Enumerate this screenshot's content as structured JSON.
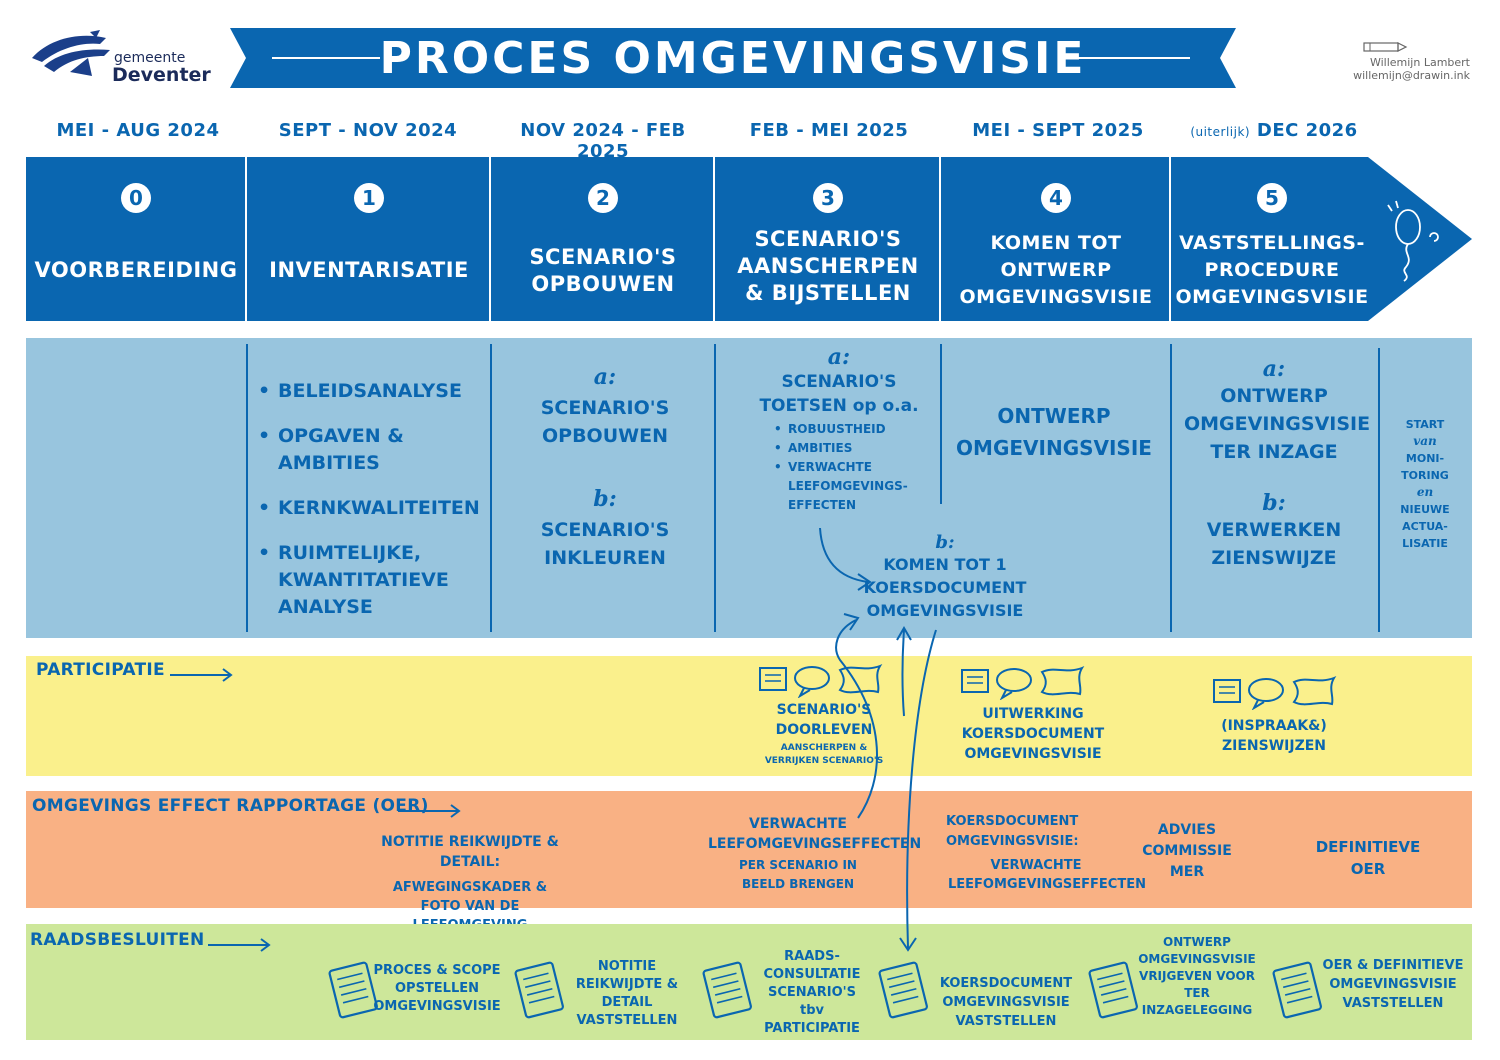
{
  "header": {
    "logo_line1": "gemeente",
    "logo_line2": "Deventer",
    "title": "PROCES OMGEVINGSVISIE",
    "author_name": "Willemijn Lambert",
    "author_contact": "willemijn@drawin.ink"
  },
  "colors": {
    "primary_blue": "#0a66b0",
    "activities_bg": "#98c5de",
    "participation_bg": "#faf08c",
    "oer_bg": "#f9b184",
    "raad_bg": "#cde79a"
  },
  "dates": {
    "d0": "MEI - AUG 2024",
    "d1": "SEPT - NOV 2024",
    "d2": "NOV 2024 - FEB 2025",
    "d3": "FEB - MEI 2025",
    "d4": "MEI - SEPT 2025",
    "d5_prefix": "(uiterlijk)",
    "d5": "DEC 2026"
  },
  "phases": [
    {
      "num": "0",
      "name": "VOORBEREIDING"
    },
    {
      "num": "1",
      "name": "INVENTARISATIE"
    },
    {
      "num": "2",
      "name": "SCENARIO'S OPBOUWEN"
    },
    {
      "num": "3",
      "name": "SCENARIO'S AANSCHERPEN & BIJSTELLEN"
    },
    {
      "num": "4",
      "name": "KOMEN TOT ONTWERP OMGEVINGSVISIE"
    },
    {
      "num": "5",
      "name": "VASTSTELLINGS-PROCEDURE OMGEVINGSVISIE"
    }
  ],
  "activities": {
    "phase1_items": [
      "BELEIDSANALYSE",
      "OPGAVEN & AMBITIES",
      "KERNKWALITEITEN",
      "RUIMTELIJKE, KWANTITATIEVE ANALYSE"
    ],
    "phase2": {
      "a_label": "a:",
      "a_text": "SCENARIO'S OPBOUWEN",
      "b_label": "b:",
      "b_text": "SCENARIO'S INKLEUREN"
    },
    "phase3": {
      "a_label": "a:",
      "a_text": "SCENARIO'S TOETSEN op o.a.",
      "a_items": [
        "ROBUUSTHEID",
        "AMBITIES",
        "VERWACHTE LEEFOMGEVINGS-EFFECTEN"
      ],
      "b_label": "b:",
      "b_text": "KOMEN TOT 1 KOERSDOCUMENT OMGEVINGSVISIE"
    },
    "phase4_text": "ONTWERP OMGEVINGSVISIE",
    "phase5": {
      "a_label": "a:",
      "a_text": "ONTWERP OMGEVINGSVISIE TER INZAGE",
      "b_label": "b:",
      "b_text": "VERWERKEN ZIENSWIJZE"
    },
    "monitoring_1": "START",
    "monitoring_2": "van",
    "monitoring_3": "MONI-TORING",
    "monitoring_4": "en",
    "monitoring_5": "NIEUWE ACTUA-LISATIE"
  },
  "participatie": {
    "label": "PARTICIPATIE",
    "p3_title": "SCENARIO'S DOORLEVEN",
    "p3_sub": "AANSCHERPEN & VERRIJKEN SCENARIO'S",
    "p4_text": "UITWERKING KOERSDOCUMENT OMGEVINGSVISIE",
    "p5_text": "(INSPRAAK&) ZIENSWIJZEN"
  },
  "oer": {
    "label": "OMGEVINGS EFFECT RAPPORTAGE (OER)",
    "o1_title": "NOTITIE REIKWIJDTE & DETAIL:",
    "o1_sub": "AFWEGINGSKADER & FOTO VAN DE LEEFOMGEVING",
    "o3_title": "VERWACHTE LEEFOMGEVINGSEFFECTEN",
    "o3_sub": "PER SCENARIO IN BEELD BRENGEN",
    "o4_title": "KOERSDOCUMENT OMGEVINGSVISIE:",
    "o4_sub": "VERWACHTE LEEFOMGEVINGSEFFECTEN",
    "o5a_text": "ADVIES COMMISSIE MER",
    "o5b_text": "DEFINITIEVE OER"
  },
  "raad": {
    "label": "RAADSBESLUITEN",
    "r1": "PROCES & SCOPE OPSTELLEN OMGEVINGSVISIE",
    "r2": "NOTITIE REIKWIJDTE & DETAIL VASTSTELLEN",
    "r3": "RAADS-CONSULTATIE SCENARIO'S tbv PARTICIPATIE",
    "r4": "KOERSDOCUMENT OMGEVINGSVISIE VASTSTELLEN",
    "r5": "ONTWERP OMGEVINGSVISIE VRIJGEVEN VOOR TER INZAGELEGGING",
    "r6": "OER & DEFINITIEVE OMGEVINGSVISIE VASTSTELLEN"
  }
}
